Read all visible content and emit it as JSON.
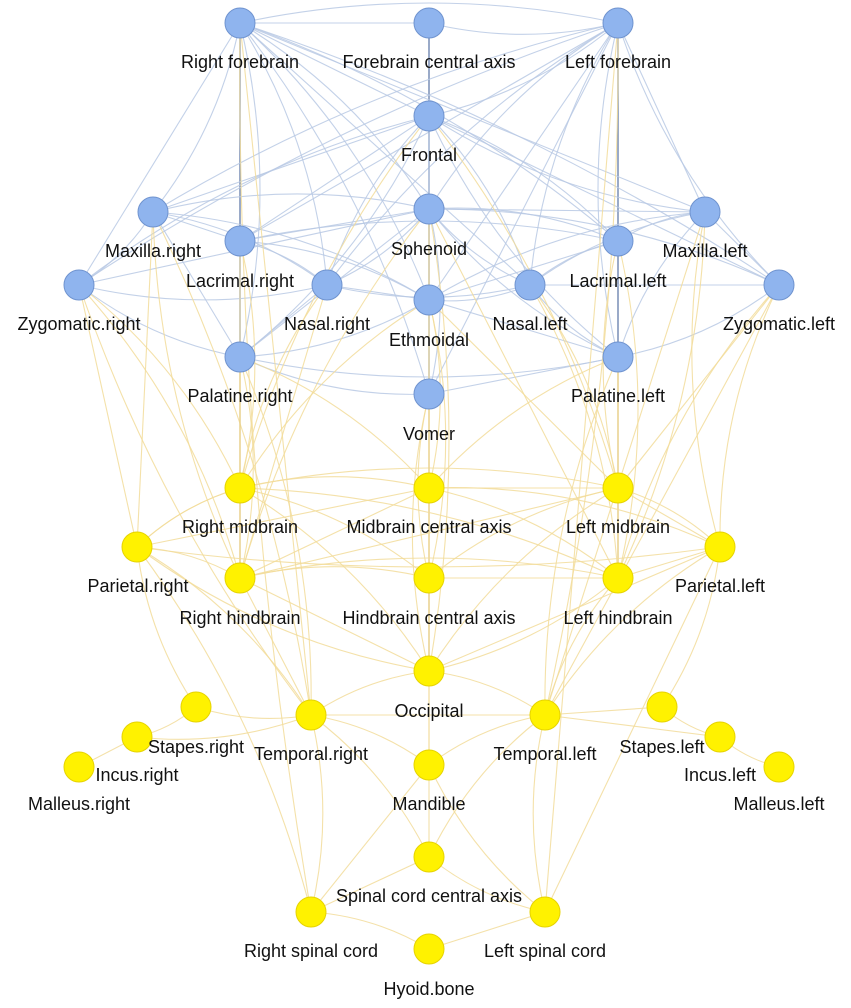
{
  "colors": {
    "skull_node": "#8fb4ee",
    "skull_stroke": "#6f93cf",
    "brain_node": "#fff200",
    "brain_stroke": "#e6d300",
    "skull_edge": "#b8c9e4",
    "brain_edge": "#f2dc9a"
  },
  "nodes": [
    {
      "id": "rfb",
      "label": "Right forebrain",
      "group": "skull"
    },
    {
      "id": "fca",
      "label": "Forebrain central axis",
      "group": "skull"
    },
    {
      "id": "lfb",
      "label": "Left forebrain",
      "group": "skull"
    },
    {
      "id": "fro",
      "label": "Frontal",
      "group": "skull"
    },
    {
      "id": "mxr",
      "label": "Maxilla.right",
      "group": "skull"
    },
    {
      "id": "lcr",
      "label": "Lacrimal.right",
      "group": "skull"
    },
    {
      "id": "sph",
      "label": "Sphenoid",
      "group": "skull"
    },
    {
      "id": "lcl",
      "label": "Lacrimal.left",
      "group": "skull"
    },
    {
      "id": "mxl",
      "label": "Maxilla.left",
      "group": "skull"
    },
    {
      "id": "zyr",
      "label": "Zygomatic.right",
      "group": "skull"
    },
    {
      "id": "nsr",
      "label": "Nasal.right",
      "group": "skull"
    },
    {
      "id": "eth",
      "label": "Ethmoidal",
      "group": "skull"
    },
    {
      "id": "nsl",
      "label": "Nasal.left",
      "group": "skull"
    },
    {
      "id": "zyl",
      "label": "Zygomatic.left",
      "group": "skull"
    },
    {
      "id": "plr",
      "label": "Palatine.right",
      "group": "skull"
    },
    {
      "id": "pll",
      "label": "Palatine.left",
      "group": "skull"
    },
    {
      "id": "vom",
      "label": "Vomer",
      "group": "skull"
    },
    {
      "id": "rmb",
      "label": "Right midbrain",
      "group": "brain"
    },
    {
      "id": "mca",
      "label": "Midbrain central axis",
      "group": "brain"
    },
    {
      "id": "lmb",
      "label": "Left midbrain",
      "group": "brain"
    },
    {
      "id": "par",
      "label": "Parietal.right",
      "group": "brain"
    },
    {
      "id": "pal",
      "label": "Parietal.left",
      "group": "brain"
    },
    {
      "id": "rhb",
      "label": "Right hindbrain",
      "group": "brain"
    },
    {
      "id": "hca",
      "label": "Hindbrain central axis",
      "group": "brain"
    },
    {
      "id": "lhb",
      "label": "Left hindbrain",
      "group": "brain"
    },
    {
      "id": "occ",
      "label": "Occipital",
      "group": "brain"
    },
    {
      "id": "tpr",
      "label": "Temporal.right",
      "group": "brain"
    },
    {
      "id": "tpl",
      "label": "Temporal.left",
      "group": "brain"
    },
    {
      "id": "str",
      "label": "Stapes.right",
      "group": "brain"
    },
    {
      "id": "stl",
      "label": "Stapes.left",
      "group": "brain"
    },
    {
      "id": "icr",
      "label": "Incus.right",
      "group": "brain"
    },
    {
      "id": "icl",
      "label": "Incus.left",
      "group": "brain"
    },
    {
      "id": "mlr",
      "label": "Malleus.right",
      "group": "brain"
    },
    {
      "id": "mll",
      "label": "Malleus.left",
      "group": "brain"
    },
    {
      "id": "man",
      "label": "Mandible",
      "group": "brain"
    },
    {
      "id": "sca",
      "label": "Spinal cord central axis",
      "group": "brain"
    },
    {
      "id": "rsc",
      "label": "Right spinal cord",
      "group": "brain"
    },
    {
      "id": "lsc",
      "label": "Left spinal cord",
      "group": "brain"
    },
    {
      "id": "hyo",
      "label": "Hyoid.bone",
      "group": "brain"
    }
  ],
  "edges": [
    [
      "rfb",
      "fca"
    ],
    [
      "fca",
      "lfb"
    ],
    [
      "rfb",
      "lfb"
    ],
    [
      "rfb",
      "fro"
    ],
    [
      "lfb",
      "fro"
    ],
    [
      "fca",
      "fro"
    ],
    [
      "rfb",
      "lcr"
    ],
    [
      "lfb",
      "lcl"
    ],
    [
      "rfb",
      "mxr"
    ],
    [
      "lfb",
      "mxl"
    ],
    [
      "rfb",
      "sph"
    ],
    [
      "lfb",
      "sph"
    ],
    [
      "rfb",
      "zyr"
    ],
    [
      "lfb",
      "zyl"
    ],
    [
      "rfb",
      "eth"
    ],
    [
      "lfb",
      "eth"
    ],
    [
      "rfb",
      "nsr"
    ],
    [
      "lfb",
      "nsl"
    ],
    [
      "rfb",
      "mxl"
    ],
    [
      "lfb",
      "mxr"
    ],
    [
      "rfb",
      "lcl"
    ],
    [
      "lfb",
      "lcr"
    ],
    [
      "rfb",
      "plr"
    ],
    [
      "lfb",
      "pll"
    ],
    [
      "rfb",
      "nsl"
    ],
    [
      "lfb",
      "nsr"
    ],
    [
      "rfb",
      "vom"
    ],
    [
      "lfb",
      "vom"
    ],
    [
      "rfb",
      "zyl"
    ],
    [
      "lfb",
      "zyr"
    ],
    [
      "fro",
      "mxr"
    ],
    [
      "fro",
      "mxl"
    ],
    [
      "fro",
      "sph"
    ],
    [
      "fro",
      "lcr"
    ],
    [
      "fro",
      "lcl"
    ],
    [
      "fro",
      "zyr"
    ],
    [
      "fro",
      "zyl"
    ],
    [
      "fro",
      "nsr"
    ],
    [
      "fro",
      "nsl"
    ],
    [
      "fro",
      "eth"
    ],
    [
      "fro",
      "plr"
    ],
    [
      "fro",
      "pll"
    ],
    [
      "mxr",
      "lcr"
    ],
    [
      "mxl",
      "lcl"
    ],
    [
      "mxr",
      "zyr"
    ],
    [
      "mxl",
      "zyl"
    ],
    [
      "mxr",
      "nsr"
    ],
    [
      "mxl",
      "nsl"
    ],
    [
      "mxr",
      "plr"
    ],
    [
      "mxl",
      "pll"
    ],
    [
      "mxr",
      "sph"
    ],
    [
      "mxl",
      "sph"
    ],
    [
      "mxr",
      "eth"
    ],
    [
      "mxl",
      "eth"
    ],
    [
      "lcr",
      "sph"
    ],
    [
      "lcl",
      "sph"
    ],
    [
      "lcr",
      "eth"
    ],
    [
      "lcl",
      "eth"
    ],
    [
      "lcr",
      "nsr"
    ],
    [
      "lcl",
      "nsl"
    ],
    [
      "lcr",
      "plr"
    ],
    [
      "lcl",
      "pll"
    ],
    [
      "lcr",
      "lcl"
    ],
    [
      "sph",
      "eth"
    ],
    [
      "sph",
      "nsr"
    ],
    [
      "sph",
      "nsl"
    ],
    [
      "sph",
      "plr"
    ],
    [
      "sph",
      "pll"
    ],
    [
      "sph",
      "vom"
    ],
    [
      "sph",
      "zyr"
    ],
    [
      "sph",
      "zyl"
    ],
    [
      "zyr",
      "nsr"
    ],
    [
      "zyl",
      "nsl"
    ],
    [
      "zyr",
      "plr"
    ],
    [
      "zyl",
      "pll"
    ],
    [
      "nsr",
      "eth"
    ],
    [
      "nsl",
      "eth"
    ],
    [
      "nsr",
      "nsl"
    ],
    [
      "nsr",
      "plr"
    ],
    [
      "nsl",
      "pll"
    ],
    [
      "eth",
      "plr"
    ],
    [
      "eth",
      "pll"
    ],
    [
      "eth",
      "vom"
    ],
    [
      "plr",
      "vom"
    ],
    [
      "pll",
      "vom"
    ],
    [
      "plr",
      "pll"
    ],
    [
      "rmb",
      "mca"
    ],
    [
      "mca",
      "lmb"
    ],
    [
      "rmb",
      "lmb"
    ],
    [
      "rmb",
      "rhb"
    ],
    [
      "lmb",
      "lhb"
    ],
    [
      "mca",
      "hca"
    ],
    [
      "rhb",
      "hca"
    ],
    [
      "hca",
      "lhb"
    ],
    [
      "rhb",
      "lhb"
    ],
    [
      "rmb",
      "par"
    ],
    [
      "lmb",
      "pal"
    ],
    [
      "par",
      "pal"
    ],
    [
      "par",
      "rhb"
    ],
    [
      "pal",
      "lhb"
    ],
    [
      "rmb",
      "hca"
    ],
    [
      "lmb",
      "hca"
    ],
    [
      "rhb",
      "mca"
    ],
    [
      "lhb",
      "mca"
    ],
    [
      "rmb",
      "lhb"
    ],
    [
      "lmb",
      "rhb"
    ],
    [
      "par",
      "rmb"
    ],
    [
      "pal",
      "lmb"
    ],
    [
      "par",
      "mca"
    ],
    [
      "pal",
      "mca"
    ],
    [
      "hca",
      "occ"
    ],
    [
      "rhb",
      "occ"
    ],
    [
      "lhb",
      "occ"
    ],
    [
      "par",
      "occ"
    ],
    [
      "pal",
      "occ"
    ],
    [
      "occ",
      "tpr"
    ],
    [
      "occ",
      "tpl"
    ],
    [
      "occ",
      "man"
    ],
    [
      "par",
      "tpr"
    ],
    [
      "pal",
      "tpl"
    ],
    [
      "rhb",
      "tpr"
    ],
    [
      "lhb",
      "tpl"
    ],
    [
      "tpr",
      "str"
    ],
    [
      "tpl",
      "stl"
    ],
    [
      "str",
      "icr"
    ],
    [
      "stl",
      "icl"
    ],
    [
      "icr",
      "mlr"
    ],
    [
      "icl",
      "mll"
    ],
    [
      "tpr",
      "icr"
    ],
    [
      "tpl",
      "icl"
    ],
    [
      "tpr",
      "man"
    ],
    [
      "tpl",
      "man"
    ],
    [
      "tpr",
      "tpl"
    ],
    [
      "par",
      "str"
    ],
    [
      "pal",
      "stl"
    ],
    [
      "man",
      "sca"
    ],
    [
      "tpr",
      "sca"
    ],
    [
      "tpl",
      "sca"
    ],
    [
      "sca",
      "rsc"
    ],
    [
      "sca",
      "lsc"
    ],
    [
      "rsc",
      "hyo"
    ],
    [
      "lsc",
      "hyo"
    ],
    [
      "tpr",
      "rsc"
    ],
    [
      "tpl",
      "lsc"
    ],
    [
      "man",
      "rsc"
    ],
    [
      "man",
      "lsc"
    ],
    [
      "par",
      "rsc"
    ],
    [
      "pal",
      "lsc"
    ],
    [
      "rmb",
      "occ"
    ],
    [
      "lmb",
      "occ"
    ],
    [
      "zyr",
      "par"
    ],
    [
      "zyl",
      "pal"
    ],
    [
      "zyr",
      "rmb"
    ],
    [
      "zyl",
      "lmb"
    ],
    [
      "zyr",
      "rhb"
    ],
    [
      "zyl",
      "lhb"
    ],
    [
      "mxr",
      "par"
    ],
    [
      "mxl",
      "pal"
    ],
    [
      "mxr",
      "tpr"
    ],
    [
      "mxl",
      "tpl"
    ],
    [
      "lcr",
      "rmb"
    ],
    [
      "lcl",
      "lmb"
    ],
    [
      "plr",
      "rmb"
    ],
    [
      "pll",
      "lmb"
    ],
    [
      "plr",
      "rhb"
    ],
    [
      "pll",
      "lhb"
    ],
    [
      "plr",
      "mca"
    ],
    [
      "pll",
      "mca"
    ],
    [
      "vom",
      "mca"
    ],
    [
      "vom",
      "hca"
    ],
    [
      "eth",
      "mca"
    ],
    [
      "sph",
      "hca"
    ],
    [
      "sph",
      "occ"
    ],
    [
      "eth",
      "rmb"
    ],
    [
      "eth",
      "lmb"
    ],
    [
      "nsr",
      "rmb"
    ],
    [
      "nsl",
      "lmb"
    ],
    [
      "nsr",
      "rhb"
    ],
    [
      "nsl",
      "lhb"
    ],
    [
      "sph",
      "rhb"
    ],
    [
      "sph",
      "lhb"
    ],
    [
      "fro",
      "rmb"
    ],
    [
      "fro",
      "lmb"
    ],
    [
      "rfb",
      "tpr"
    ],
    [
      "lfb",
      "tpl"
    ],
    [
      "rfb",
      "rsc"
    ],
    [
      "lfb",
      "lsc"
    ],
    [
      "mxr",
      "rhb"
    ],
    [
      "mxl",
      "lhb"
    ],
    [
      "lcr",
      "rhb"
    ],
    [
      "lcl",
      "lhb"
    ],
    [
      "zyr",
      "tpr"
    ],
    [
      "zyl",
      "tpl"
    ],
    [
      "vom",
      "occ"
    ],
    [
      "eth",
      "hca"
    ],
    [
      "sph",
      "man"
    ],
    [
      "plr",
      "tpr"
    ],
    [
      "pll",
      "tpl"
    ]
  ],
  "strong_edges": [
    [
      "rfb",
      "lcr"
    ],
    [
      "lfb",
      "lcl"
    ],
    [
      "fca",
      "fro"
    ],
    [
      "fro",
      "sph"
    ],
    [
      "sph",
      "eth"
    ],
    [
      "eth",
      "vom"
    ],
    [
      "lcr",
      "plr"
    ],
    [
      "lcl",
      "pll"
    ],
    [
      "plr",
      "rmb"
    ],
    [
      "pll",
      "lmb"
    ],
    [
      "rmb",
      "rhb"
    ],
    [
      "lmb",
      "lhb"
    ],
    [
      "vom",
      "mca"
    ],
    [
      "mca",
      "hca"
    ],
    [
      "hca",
      "occ"
    ]
  ]
}
